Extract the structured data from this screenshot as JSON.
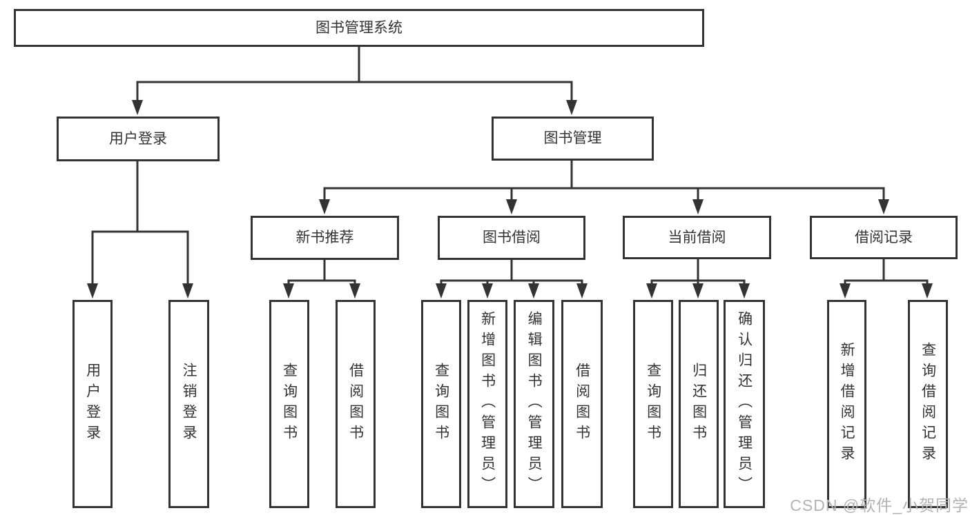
{
  "tree": {
    "root": {
      "label": "图书管理系统",
      "children": [
        {
          "label": "用户登录",
          "children": [
            {
              "label": "用户登录"
            },
            {
              "label": "注销登录"
            }
          ]
        },
        {
          "label": "图书管理",
          "children": [
            {
              "label": "新书推荐",
              "children": [
                {
                  "label": "查询图书"
                },
                {
                  "label": "借阅图书"
                }
              ]
            },
            {
              "label": "图书借阅",
              "children": [
                {
                  "label": "查询图书"
                },
                {
                  "label": "新增图书（管理员）"
                },
                {
                  "label": "编辑图书（管理员）"
                },
                {
                  "label": "借阅图书"
                }
              ]
            },
            {
              "label": "当前借阅",
              "children": [
                {
                  "label": "查询图书"
                },
                {
                  "label": "归还图书"
                },
                {
                  "label": "确认归还（管理员）"
                }
              ]
            },
            {
              "label": "借阅记录",
              "children": [
                {
                  "label": "新增借阅记录"
                },
                {
                  "label": "查询借阅记录"
                }
              ]
            }
          ]
        }
      ]
    }
  },
  "watermark": {
    "text": "CSDN @软件_小贺同学"
  },
  "colors": {
    "background": "#ffffff",
    "line": "#333333",
    "box_border": "#333333",
    "text": "#333333",
    "watermark": "#b3b3b3"
  }
}
